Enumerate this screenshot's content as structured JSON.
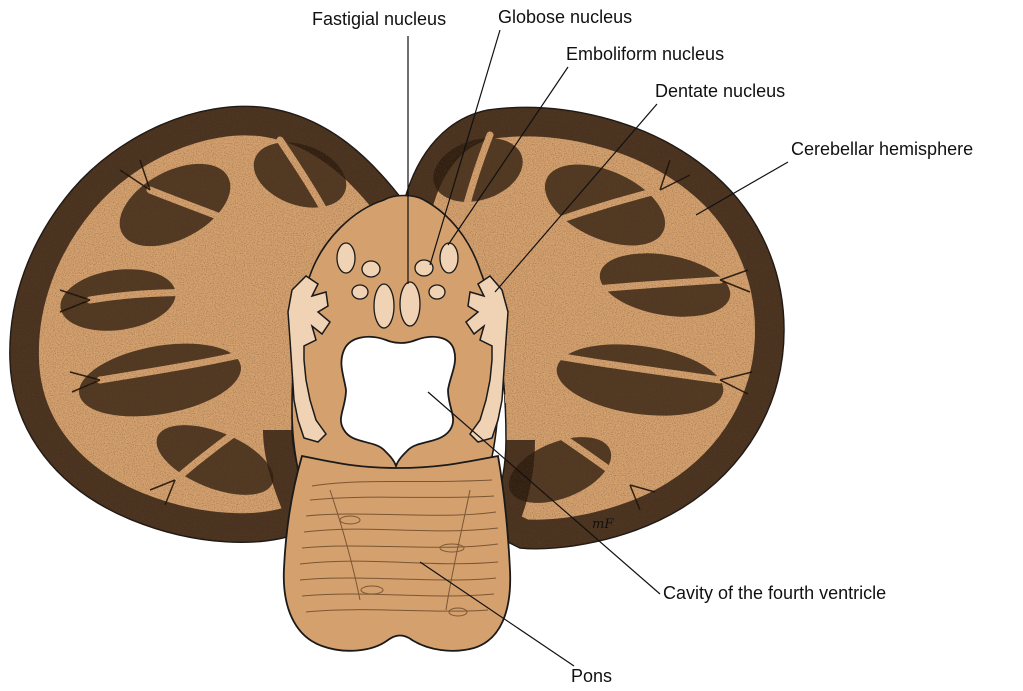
{
  "labels": {
    "fastigial": "Fastigial nucleus",
    "globose": "Globose nucleus",
    "emboliform": "Emboliform nucleus",
    "dentate": "Dentate nucleus",
    "hemisphere": "Cerebellar hemisphere",
    "ventricle": "Cavity of the fourth ventricle",
    "pons": "Pons"
  },
  "signature": "mF",
  "colors": {
    "white_matter": "#D4A06E",
    "cortex_dark": "#2B1A0E",
    "nuclei": "#F0D3B4",
    "outline": "#1A1A1A",
    "pons_fibers": "#6B4A2C",
    "ventricle": "#FFFFFF"
  }
}
